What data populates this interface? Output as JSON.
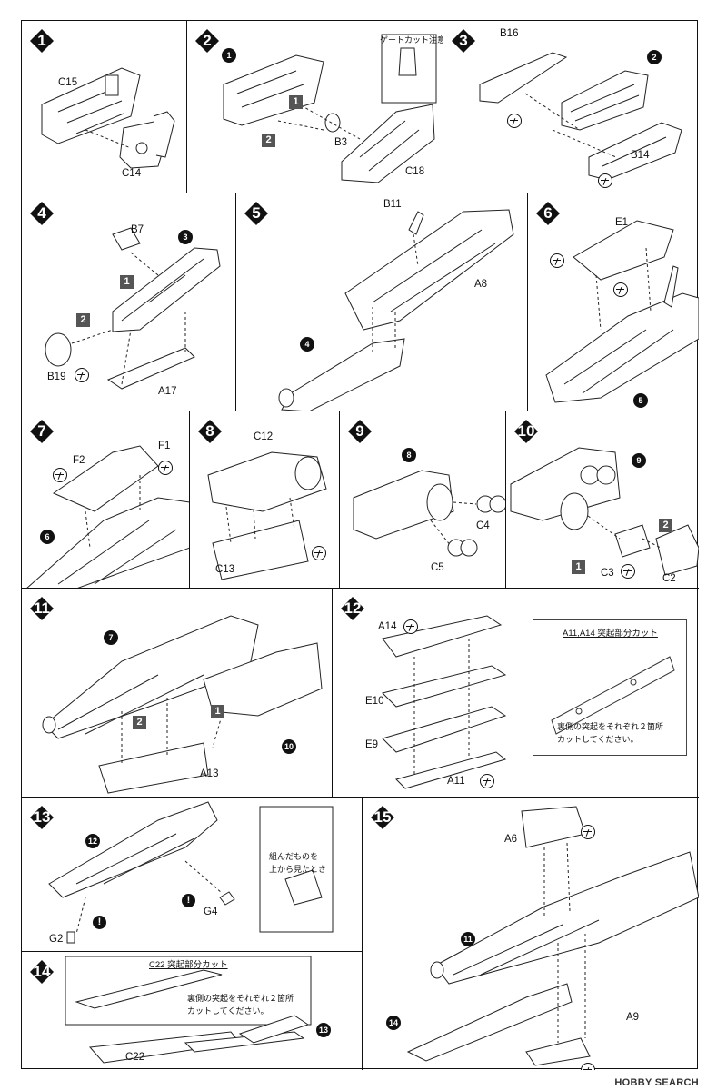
{
  "steps": [
    {
      "number": "1",
      "labels": {
        "a": "C15",
        "b": "C14"
      }
    },
    {
      "number": "2",
      "ref": "1",
      "sub1": "1",
      "sub2": "2",
      "labels": {
        "a": "B3",
        "b": "C18"
      },
      "note": "ゲートカット注意"
    },
    {
      "number": "3",
      "ref": "2",
      "labels": {
        "a": "B16",
        "b": "B14"
      }
    },
    {
      "number": "4",
      "ref": "3",
      "sub1": "1",
      "sub2": "2",
      "labels": {
        "a": "B7",
        "b": "B19",
        "c": "A17"
      }
    },
    {
      "number": "5",
      "ref": "4",
      "labels": {
        "a": "B11",
        "b": "A8"
      }
    },
    {
      "number": "6",
      "ref": "5",
      "labels": {
        "a": "E1"
      }
    },
    {
      "number": "7",
      "ref": "6",
      "labels": {
        "a": "F2",
        "b": "F1"
      }
    },
    {
      "number": "8",
      "labels": {
        "a": "C12",
        "b": "C13"
      }
    },
    {
      "number": "9",
      "ref": "8",
      "labels": {
        "a": "C4",
        "b": "C5"
      }
    },
    {
      "number": "10",
      "ref": "9",
      "sub1": "1",
      "sub2": "2",
      "labels": {
        "a": "C3",
        "b": "C2"
      }
    },
    {
      "number": "11",
      "ref1": "7",
      "ref2": "10",
      "sub1": "1",
      "sub2": "2",
      "labels": {
        "a": "A13"
      }
    },
    {
      "number": "12",
      "labels": {
        "a": "A14",
        "b": "E10",
        "c": "E9",
        "d": "A11"
      },
      "note": {
        "title": "A11,A14 突起部分カット",
        "line1": "裏側の突起をそれぞれ２箇所",
        "line2": "カットしてください。"
      }
    },
    {
      "number": "13",
      "ref": "12",
      "labels": {
        "a": "G4",
        "b": "G2"
      },
      "note": {
        "line1": "組んだものを",
        "line2": "上から見たとき"
      }
    },
    {
      "number": "14",
      "ref": "13",
      "labels": {
        "a": "C22"
      },
      "note": {
        "title": "C22 突起部分カット",
        "line1": "裏側の突起をそれぞれ２箇所",
        "line2": "カットしてください。"
      }
    },
    {
      "number": "15",
      "ref1": "11",
      "ref2": "14",
      "labels": {
        "a": "A6",
        "b": "A9"
      }
    }
  ],
  "watermark": "HOBBY SEARCH",
  "colors": {
    "ink": "#111111",
    "tone": "#555555",
    "paper": "#ffffff"
  }
}
